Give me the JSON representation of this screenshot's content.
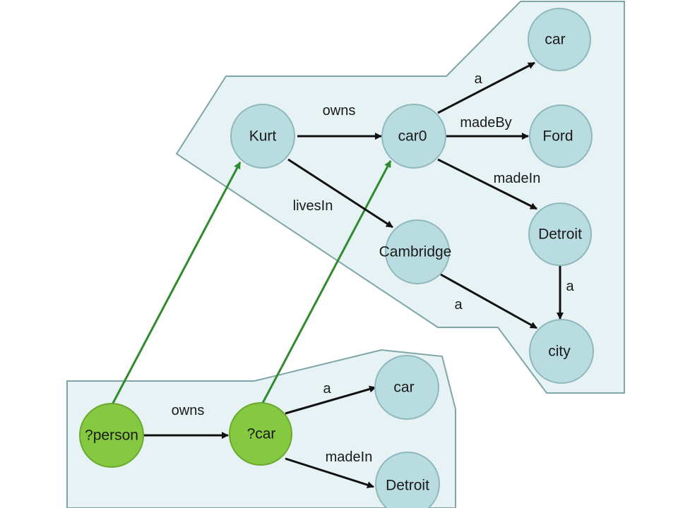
{
  "graph": {
    "nodes": {
      "car_top": "car",
      "kurt": "Kurt",
      "car0": "car0",
      "ford": "Ford",
      "cambridge": "Cambridge",
      "detroit_top": "Detroit",
      "city": "city",
      "person": "?person",
      "car_var": "?car",
      "car_bottom": "car",
      "detroit_bottom": "Detroit"
    },
    "edges": {
      "kurt_owns_car0": "owns",
      "car0_a_car": "a",
      "car0_madeBy_ford": "madeBy",
      "car0_madeIn_detroit": "madeIn",
      "kurt_livesIn_cambridge": "livesIn",
      "detroit_a_city": "a",
      "cambridge_a_city": "a",
      "person_owns_car": "owns",
      "carvar_a_car": "a",
      "carvar_madeIn_detroit": "madeIn"
    }
  }
}
